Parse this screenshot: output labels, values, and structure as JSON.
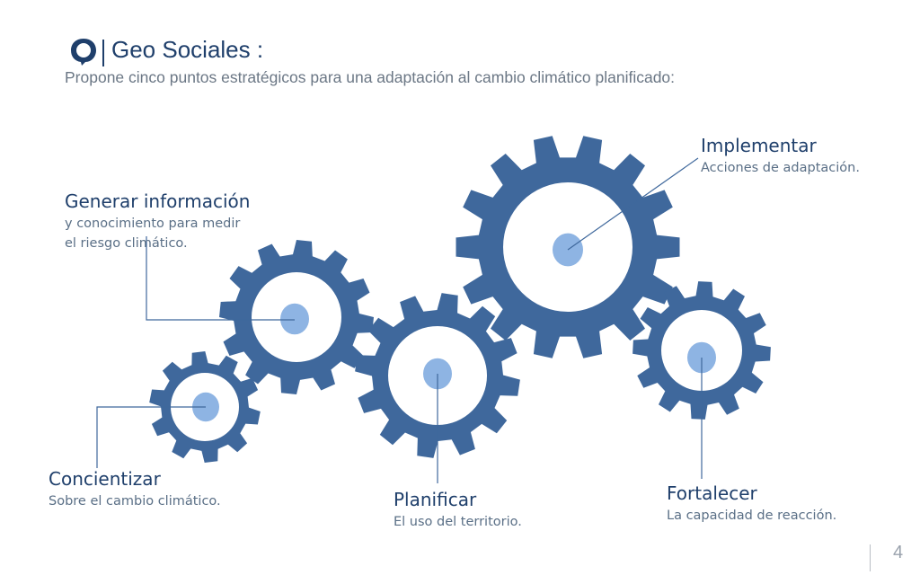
{
  "header": {
    "title": "Geo Sociales :",
    "subtitle": "Propone cinco puntos estratégicos para una adaptación al cambio climático planificado:"
  },
  "colors": {
    "gear": "#3f689c",
    "hub": "#8eb4e3",
    "line": "#3f689c",
    "heading": "#1f3f6b"
  },
  "points": [
    {
      "heading": "Generar información",
      "desc": [
        "y conocimiento para medir",
        "el riesgo climático."
      ]
    },
    {
      "heading": "Implementar",
      "desc": [
        "Acciones de adaptación."
      ]
    },
    {
      "heading": "Concientizar",
      "desc": [
        "Sobre el cambio climático."
      ]
    },
    {
      "heading": "Planificar",
      "desc": [
        "El uso del territorio."
      ]
    },
    {
      "heading": "Fortalecer",
      "desc": [
        "La capacidad de reacción."
      ]
    }
  ],
  "footer": {
    "page_number": "4"
  }
}
